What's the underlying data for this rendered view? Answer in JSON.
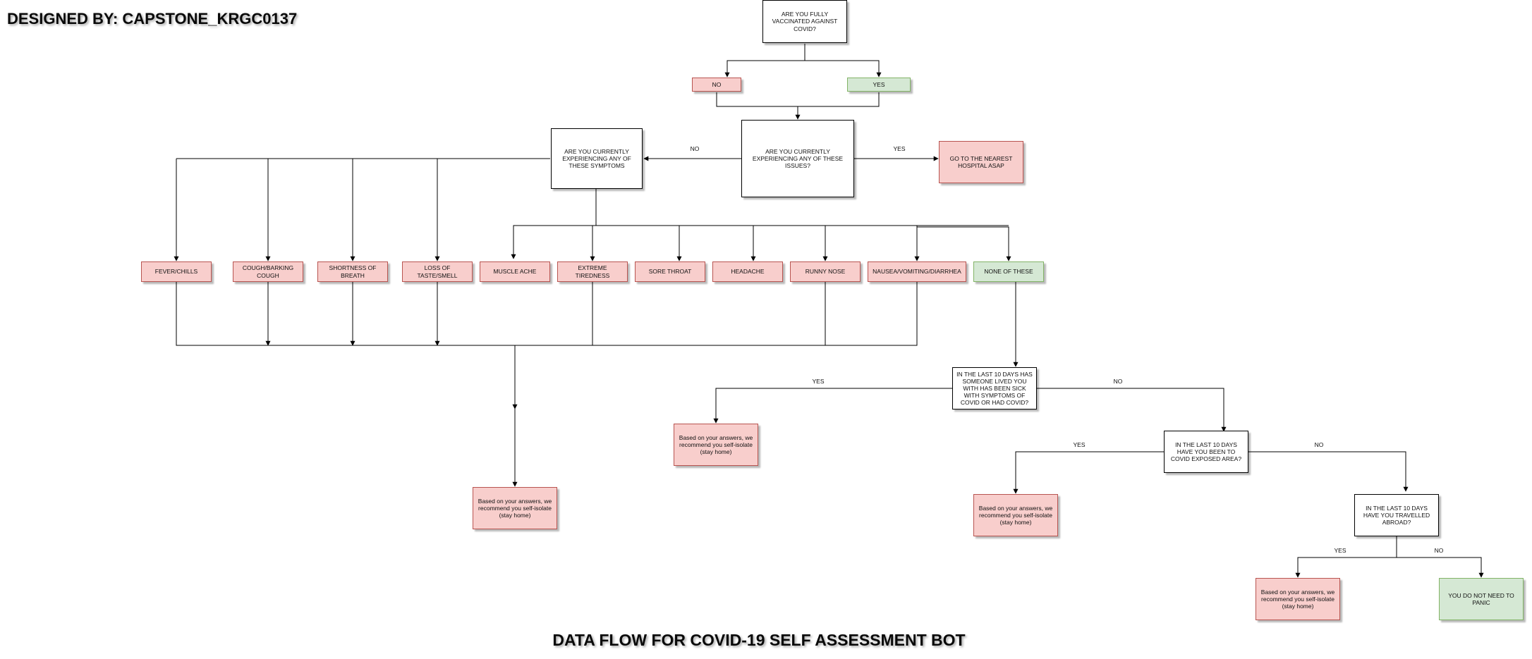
{
  "header": {
    "designer": "DESIGNED BY: CAPSTONE_KRGC0137"
  },
  "footer": {
    "title": "DATA FLOW FOR COVID-19 SELF ASSESSMENT BOT"
  },
  "colors": {
    "white_fill": "#ffffff",
    "red_fill": "#f8cecc",
    "red_border": "#b85450",
    "green_fill": "#d5e8d4",
    "green_border": "#82b366",
    "line": "#000000"
  },
  "nodes": {
    "q_vaccinated": "ARE YOU FULLY VACCINATED AGAINST COVID?",
    "no_vacc": "NO",
    "yes_vacc": "YES",
    "q_issues": "ARE YOU CURRENTLY EXPERIENCING ANY OF THESE ISSUES?",
    "hospital": "GO TO THE NEAREST HOSPITAL ASAP",
    "q_symptoms": "ARE YOU CURRENTLY EXPERIENCING ANY OF THESE SYMPTOMS",
    "fever": "FEVER/CHILLS",
    "cough": "COUGH/BARKING COUGH",
    "breath": "SHORTNESS OF BREATH",
    "taste": "LOSS OF TASTE/SMELL",
    "muscle": "MUSCLE ACHE",
    "tired": "EXTREME TIREDNESS",
    "throat": "SORE THROAT",
    "headache": "HEADACHE",
    "nose": "RUNNY NOSE",
    "nausea": "NAUSEA/VOMITING/DIARRHEA",
    "none": "NONE OF THESE",
    "q_lived": "IN THE LAST 10 DAYS HAS SOMEONE LIVED YOU WITH HAS BEEN SICK WITH SYMPTOMS OF COVID OR HAD COVID?",
    "q_exposed": "IN THE LAST 10 DAYS HAVE YOU BEEN TO COVID EXPOSED AREA?",
    "q_abroad": "IN THE LAST 10 DAYS HAVE YOU TRAVELLED ABROAD?",
    "iso_symptoms": "Based on your answers, we recommend you self-isolate (stay home)",
    "iso_lived": "Based on your answers, we recommend you self-isolate (stay home)",
    "iso_exposed": "Based on your answers, we recommend you self-isolate (stay home)",
    "iso_abroad": "Based on your answers, we recommend you self-isolate (stay home)",
    "no_panic": "YOU DO NOT NEED TO PANIC"
  },
  "edge_labels": {
    "issues_no": "NO",
    "issues_yes": "YES",
    "lived_yes": "YES",
    "lived_no": "NO",
    "exposed_yes": "YES",
    "exposed_no": "NO",
    "abroad_yes": "YES",
    "abroad_no": "NO"
  }
}
